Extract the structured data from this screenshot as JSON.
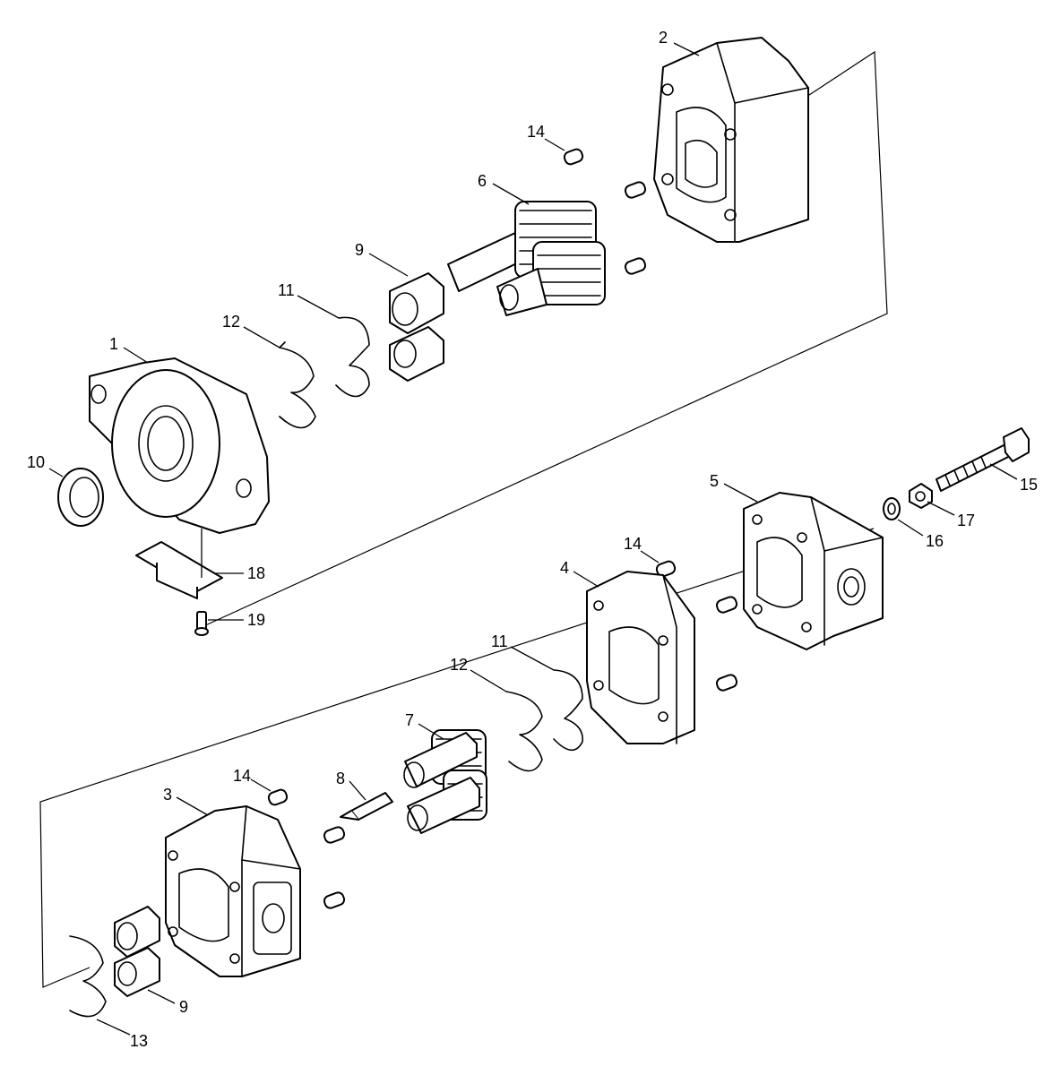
{
  "callouts": {
    "c1": "1",
    "c2": "2",
    "c3": "3",
    "c4": "4",
    "c5": "5",
    "c6": "6",
    "c7": "7",
    "c8": "8",
    "c9a": "9",
    "c9b": "9",
    "c10": "10",
    "c11a": "11",
    "c11b": "11",
    "c12a": "12",
    "c12b": "12",
    "c13": "13",
    "c14a": "14",
    "c14b": "14",
    "c14c": "14",
    "c15": "15",
    "c16": "16",
    "c17": "17",
    "c18": "18",
    "c19": "19"
  },
  "colors": {
    "line": "#000000",
    "background": "#ffffff"
  }
}
